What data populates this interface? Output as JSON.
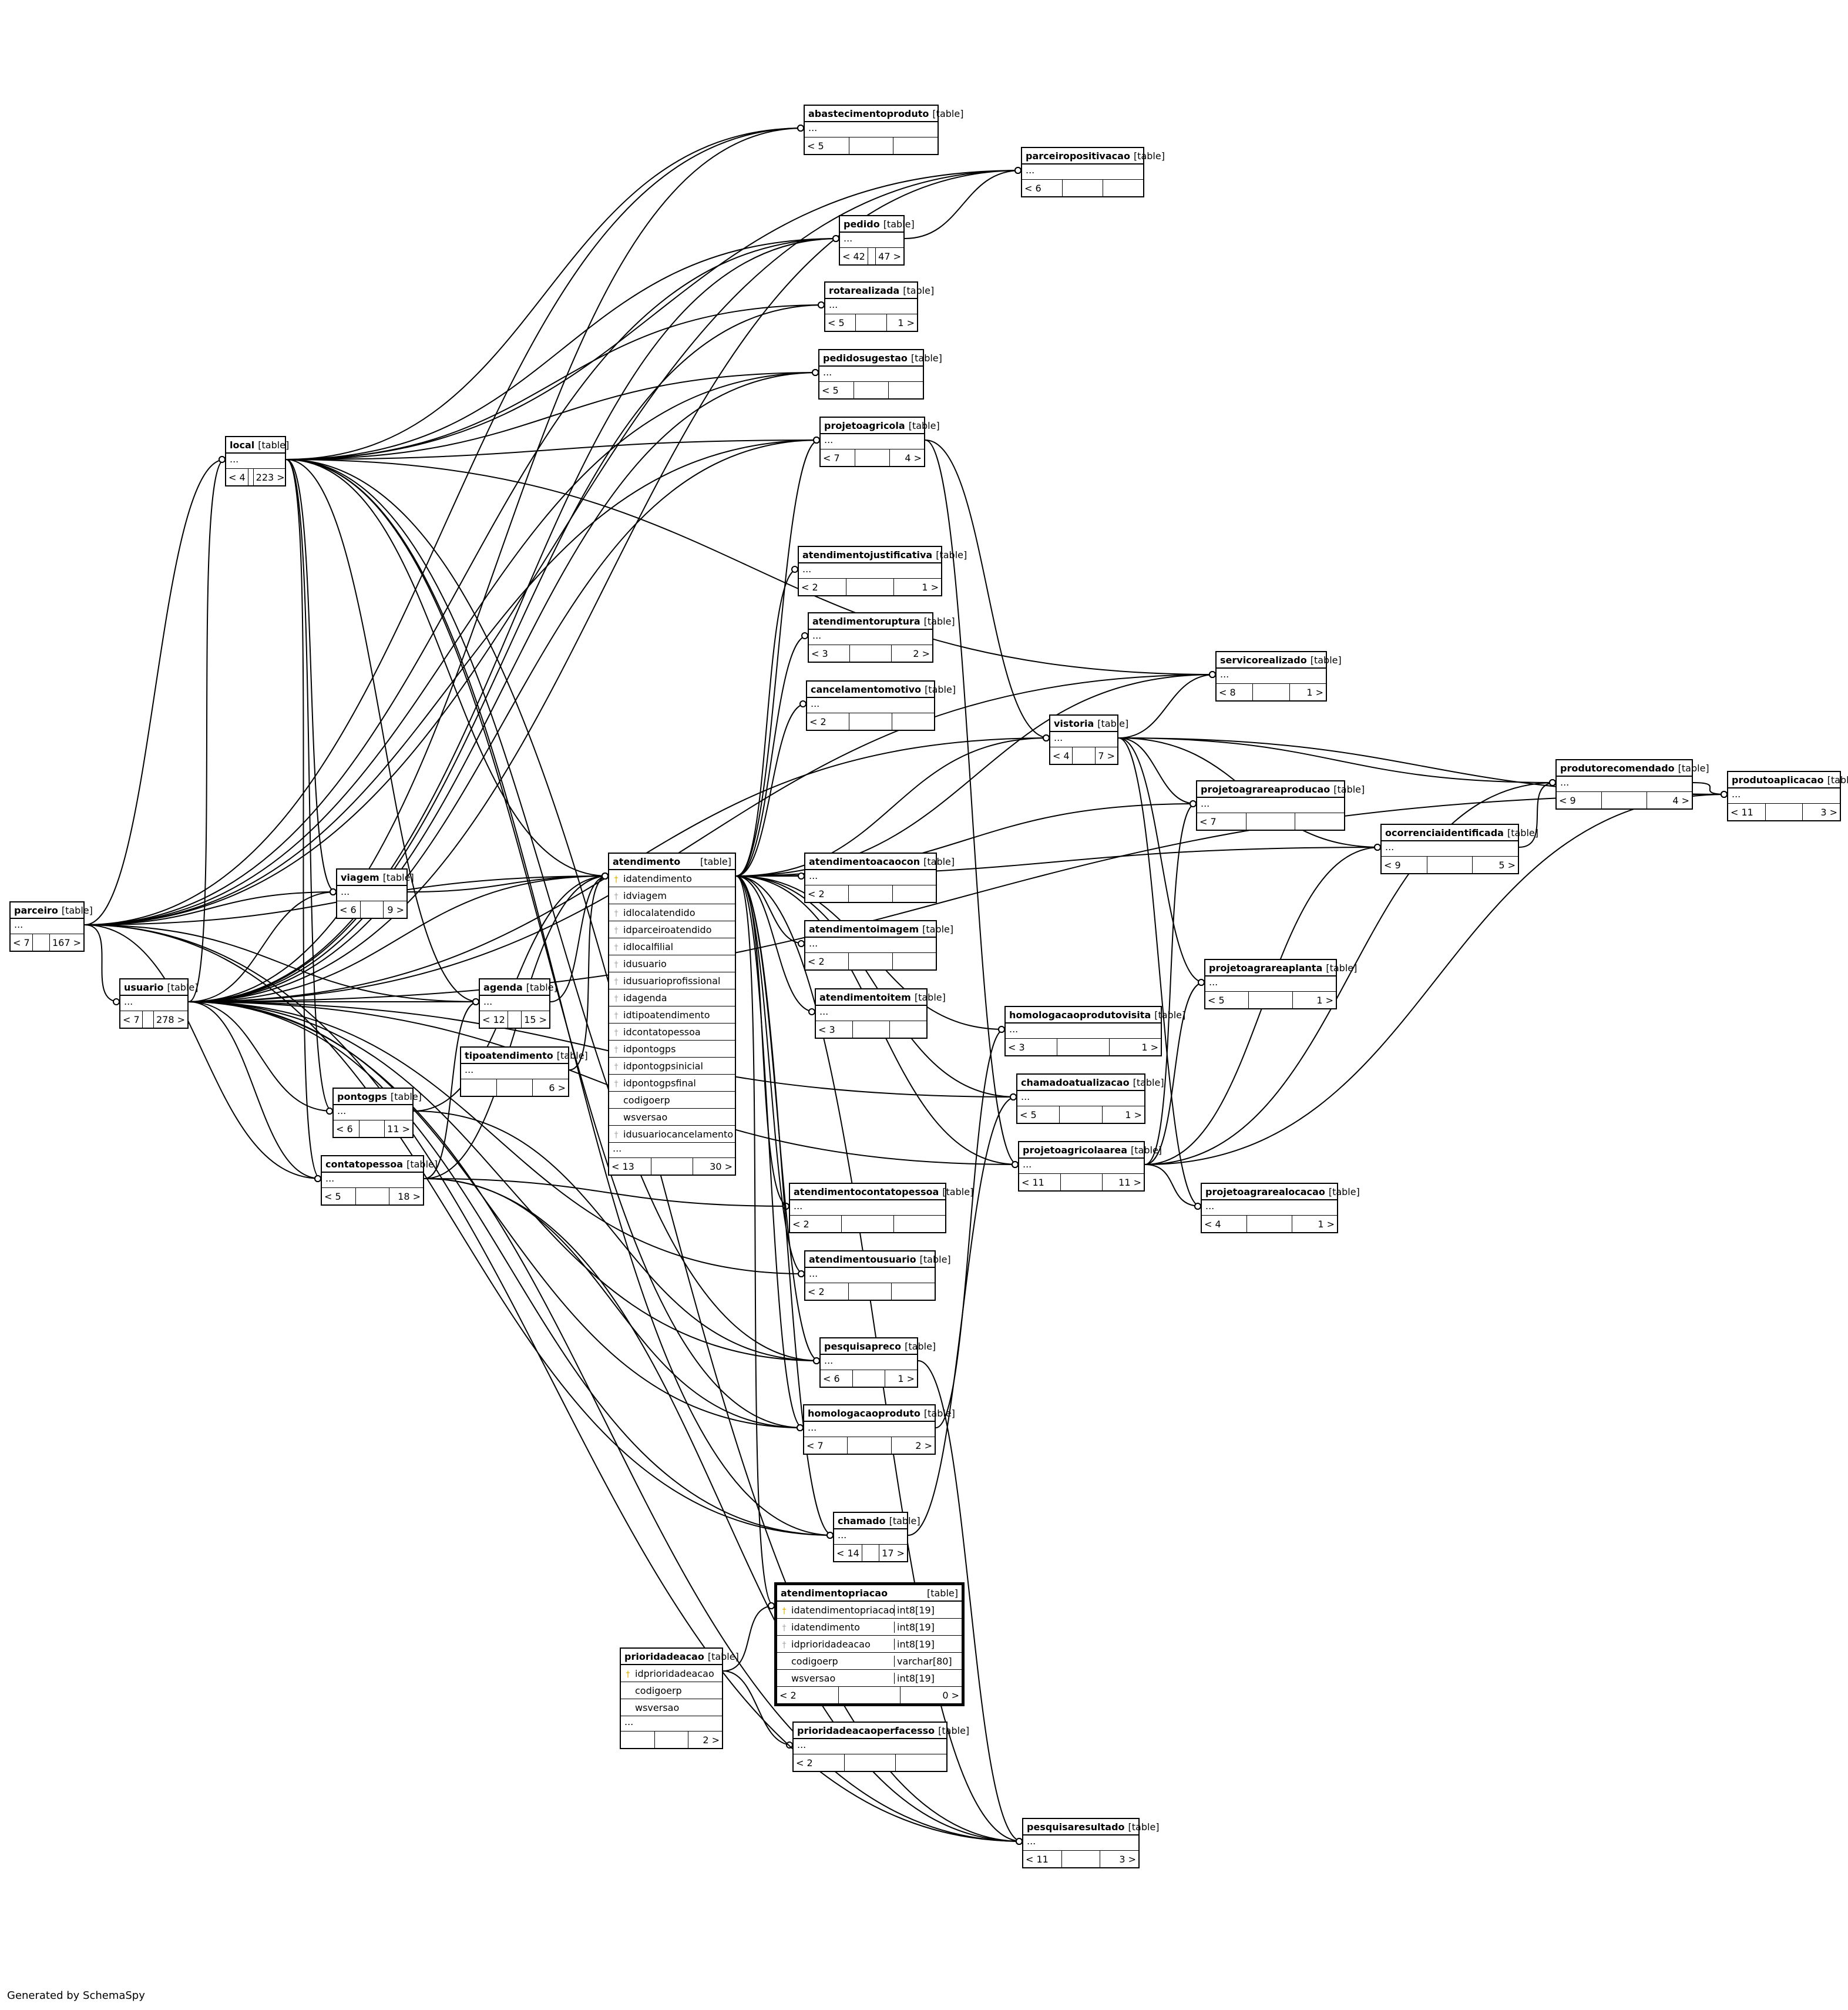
{
  "footer": "Generated by SchemaSpy",
  "tables": [
    {
      "id": "abastecimentoproduto",
      "name": "abastecimentoproduto",
      "type": "[table]",
      "ellipsis": "...",
      "parents": "< 5",
      "children": ""
    },
    {
      "id": "parceiropositivacao",
      "name": "parceiropositivacao",
      "type": "[table]",
      "ellipsis": "...",
      "parents": "< 6",
      "children": ""
    },
    {
      "id": "pedido",
      "name": "pedido",
      "type": "[table]",
      "ellipsis": "...",
      "parents": "< 42",
      "children": "47 >"
    },
    {
      "id": "rotarealizada",
      "name": "rotarealizada",
      "type": "[table]",
      "ellipsis": "...",
      "parents": "< 5",
      "children": "1 >"
    },
    {
      "id": "pedidosugestao",
      "name": "pedidosugestao",
      "type": "[table]",
      "ellipsis": "...",
      "parents": "< 5",
      "children": ""
    },
    {
      "id": "projetoagricola",
      "name": "projetoagricola",
      "type": "[table]",
      "ellipsis": "...",
      "parents": "< 7",
      "children": "4 >"
    },
    {
      "id": "local",
      "name": "local",
      "type": "[table]",
      "ellipsis": "...",
      "parents": "< 4",
      "children": "223 >"
    },
    {
      "id": "atendimentojustificativa",
      "name": "atendimentojustificativa",
      "type": "[table]",
      "ellipsis": "...",
      "parents": "< 2",
      "children": "1 >"
    },
    {
      "id": "atendimentoruptura",
      "name": "atendimentoruptura",
      "type": "[table]",
      "ellipsis": "...",
      "parents": "< 3",
      "children": "2 >"
    },
    {
      "id": "cancelamentomotivo",
      "name": "cancelamentomotivo",
      "type": "[table]",
      "ellipsis": "...",
      "parents": "< 2",
      "children": ""
    },
    {
      "id": "servicorealizado",
      "name": "servicorealizado",
      "type": "[table]",
      "ellipsis": "...",
      "parents": "< 8",
      "children": "1 >"
    },
    {
      "id": "vistoria",
      "name": "vistoria",
      "type": "[table]",
      "ellipsis": "...",
      "parents": "< 4",
      "children": "7 >"
    },
    {
      "id": "produtorecomendado",
      "name": "produtorecomendado",
      "type": "[table]",
      "ellipsis": "...",
      "parents": "< 9",
      "children": "4 >"
    },
    {
      "id": "produtoaplicacao",
      "name": "produtoaplicacao",
      "type": "[table]",
      "ellipsis": "...",
      "parents": "< 11",
      "children": "3 >"
    },
    {
      "id": "projetoagrareaproducao",
      "name": "projetoagrareaproducao",
      "type": "[table]",
      "ellipsis": "...",
      "parents": "< 7",
      "children": ""
    },
    {
      "id": "ocorrenciaidentificada",
      "name": "ocorrenciaidentificada",
      "type": "[table]",
      "ellipsis": "...",
      "parents": "< 9",
      "children": "5 >"
    },
    {
      "id": "viagem",
      "name": "viagem",
      "type": "[table]",
      "ellipsis": "...",
      "parents": "< 6",
      "children": "9 >"
    },
    {
      "id": "parceiro",
      "name": "parceiro",
      "type": "[table]",
      "ellipsis": "...",
      "parents": "< 7",
      "children": "167 >"
    },
    {
      "id": "atendimentoacaocon",
      "name": "atendimentoacaocon",
      "type": "[table]",
      "ellipsis": "...",
      "parents": "< 2",
      "children": ""
    },
    {
      "id": "atendimentoimagem",
      "name": "atendimentoimagem",
      "type": "[table]",
      "ellipsis": "...",
      "parents": "< 2",
      "children": ""
    },
    {
      "id": "atendimentoitem",
      "name": "atendimentoitem",
      "type": "[table]",
      "ellipsis": "...",
      "parents": "< 3",
      "children": ""
    },
    {
      "id": "usuario",
      "name": "usuario",
      "type": "[table]",
      "ellipsis": "...",
      "parents": "< 7",
      "children": "278 >"
    },
    {
      "id": "agenda",
      "name": "agenda",
      "type": "[table]",
      "ellipsis": "...",
      "parents": "< 12",
      "children": "15 >"
    },
    {
      "id": "projetoagrareaplanta",
      "name": "projetoagrareaplanta",
      "type": "[table]",
      "ellipsis": "...",
      "parents": "< 5",
      "children": "1 >"
    },
    {
      "id": "homologacaoprodutovisita",
      "name": "homologacaoprodutovisita",
      "type": "[table]",
      "ellipsis": "...",
      "parents": "< 3",
      "children": "1 >"
    },
    {
      "id": "tipoatendimento",
      "name": "tipoatendimento",
      "type": "[table]",
      "ellipsis": "...",
      "parents": "",
      "children": "6 >"
    },
    {
      "id": "chamadoatualizacao",
      "name": "chamadoatualizacao",
      "type": "[table]",
      "ellipsis": "...",
      "parents": "< 5",
      "children": "1 >"
    },
    {
      "id": "pontogps",
      "name": "pontogps",
      "type": "[table]",
      "ellipsis": "...",
      "parents": "< 6",
      "children": "11 >"
    },
    {
      "id": "projetoagricolaarea",
      "name": "projetoagricolaarea",
      "type": "[table]",
      "ellipsis": "...",
      "parents": "< 11",
      "children": "11 >"
    },
    {
      "id": "contatopessoa",
      "name": "contatopessoa",
      "type": "[table]",
      "ellipsis": "...",
      "parents": "< 5",
      "children": "18 >"
    },
    {
      "id": "atendimentocontatopessoa",
      "name": "atendimentocontatopessoa",
      "type": "[table]",
      "ellipsis": "...",
      "parents": "< 2",
      "children": ""
    },
    {
      "id": "projetoagrarealocacao",
      "name": "projetoagrarealocacao",
      "type": "[table]",
      "ellipsis": "...",
      "parents": "< 4",
      "children": "1 >"
    },
    {
      "id": "atendimentousuario",
      "name": "atendimentousuario",
      "type": "[table]",
      "ellipsis": "...",
      "parents": "< 2",
      "children": ""
    },
    {
      "id": "pesquisapreco",
      "name": "pesquisapreco",
      "type": "[table]",
      "ellipsis": "...",
      "parents": "< 6",
      "children": "1 >"
    },
    {
      "id": "homologacaoproduto",
      "name": "homologacaoproduto",
      "type": "[table]",
      "ellipsis": "...",
      "parents": "< 7",
      "children": "2 >"
    },
    {
      "id": "chamado",
      "name": "chamado",
      "type": "[table]",
      "ellipsis": "...",
      "parents": "< 14",
      "children": "17 >"
    },
    {
      "id": "prioridadeacaoperfacesso",
      "name": "prioridadeacaoperfacesso",
      "type": "[table]",
      "ellipsis": "...",
      "parents": "< 2",
      "children": ""
    },
    {
      "id": "pesquisaresultado",
      "name": "pesquisaresultado",
      "type": "[table]",
      "ellipsis": "...",
      "parents": "< 11",
      "children": "3 >"
    },
    {
      "id": "atendimento",
      "name": "atendimento",
      "type": "[table]",
      "ellipsis": "...",
      "parents": "< 13",
      "children": "30 >",
      "columns": [
        {
          "name": "idatendimento",
          "key": "pk"
        },
        {
          "name": "idviagem",
          "key": "fk"
        },
        {
          "name": "idlocalatendido",
          "key": "fk"
        },
        {
          "name": "idparceiroatendido",
          "key": "fk"
        },
        {
          "name": "idlocalfilial",
          "key": "fk"
        },
        {
          "name": "idusuario",
          "key": "fk"
        },
        {
          "name": "idusuarioprofissional",
          "key": "fk"
        },
        {
          "name": "idagenda",
          "key": "fk"
        },
        {
          "name": "idtipoatendimento",
          "key": "fk"
        },
        {
          "name": "idcontatopessoa",
          "key": "fk"
        },
        {
          "name": "idpontogps",
          "key": "fk"
        },
        {
          "name": "idpontogpsinicial",
          "key": "fk"
        },
        {
          "name": "idpontogpsfinal",
          "key": "fk"
        },
        {
          "name": "codigoerp",
          "key": ""
        },
        {
          "name": "wsversao",
          "key": ""
        },
        {
          "name": "idusuariocancelamento",
          "key": "fk"
        }
      ]
    },
    {
      "id": "prioridadeacao",
      "name": "prioridadeacao",
      "type": "[table]",
      "ellipsis": "...",
      "parents": "",
      "children": "2 >",
      "columns": [
        {
          "name": "idprioridadeacao",
          "key": "pk"
        },
        {
          "name": "codigoerp",
          "key": ""
        },
        {
          "name": "wsversao",
          "key": ""
        }
      ]
    },
    {
      "id": "atendimentopriacao",
      "name": "atendimentopriacao",
      "type": "[table]",
      "parents": "< 2",
      "children": "0 >",
      "selected": true,
      "columns": [
        {
          "name": "idatendimentopriacao",
          "key": "pk",
          "ctype": "int8[19]"
        },
        {
          "name": "idatendimento",
          "key": "fk",
          "ctype": "int8[19]"
        },
        {
          "name": "idprioridadeacao",
          "key": "fk",
          "ctype": "int8[19]"
        },
        {
          "name": "codigoerp",
          "key": "",
          "ctype": "varchar[80]"
        },
        {
          "name": "wsversao",
          "key": "",
          "ctype": "int8[19]"
        }
      ]
    }
  ],
  "relationships": [
    [
      "local",
      "abastecimentoproduto"
    ],
    [
      "usuario",
      "abastecimentoproduto"
    ],
    [
      "parceiro",
      "abastecimentoproduto"
    ],
    [
      "local",
      "parceiropositivacao"
    ],
    [
      "usuario",
      "parceiropositivacao"
    ],
    [
      "parceiro",
      "parceiropositivacao"
    ],
    [
      "pedido",
      "parceiropositivacao"
    ],
    [
      "local",
      "pedido"
    ],
    [
      "usuario",
      "pedido"
    ],
    [
      "parceiro",
      "pedido"
    ],
    [
      "local",
      "rotarealizada"
    ],
    [
      "usuario",
      "rotarealizada"
    ],
    [
      "local",
      "pedidosugestao"
    ],
    [
      "usuario",
      "pedidosugestao"
    ],
    [
      "parceiro",
      "pedidosugestao"
    ],
    [
      "local",
      "projetoagricola"
    ],
    [
      "usuario",
      "projetoagricola"
    ],
    [
      "parceiro",
      "projetoagricola"
    ],
    [
      "atendimento",
      "projetoagricola"
    ],
    [
      "parceiro",
      "local"
    ],
    [
      "usuario",
      "local"
    ],
    [
      "atendimento",
      "atendimentojustificativa"
    ],
    [
      "atendimento",
      "atendimentoruptura"
    ],
    [
      "atendimento",
      "cancelamentomotivo"
    ],
    [
      "vistoria",
      "servicorealizado"
    ],
    [
      "usuario",
      "servicorealizado"
    ],
    [
      "local",
      "servicorealizado"
    ],
    [
      "atendimento",
      "servicorealizado"
    ],
    [
      "projetoagricola",
      "vistoria"
    ],
    [
      "atendimento",
      "vistoria"
    ],
    [
      "usuario",
      "vistoria"
    ],
    [
      "vistoria",
      "produtorecomendado"
    ],
    [
      "ocorrenciaidentificada",
      "produtorecomendado"
    ],
    [
      "projetoagricolaarea",
      "produtorecomendado"
    ],
    [
      "produtorecomendado",
      "produtoaplicacao"
    ],
    [
      "vistoria",
      "produtoaplicacao"
    ],
    [
      "projetoagricolaarea",
      "produtoaplicacao"
    ],
    [
      "usuario",
      "produtoaplicacao"
    ],
    [
      "projetoagricolaarea",
      "projetoagrareaproducao"
    ],
    [
      "vistoria",
      "projetoagrareaproducao"
    ],
    [
      "atendimento",
      "projetoagrareaproducao"
    ],
    [
      "vistoria",
      "ocorrenciaidentificada"
    ],
    [
      "projetoagricolaarea",
      "ocorrenciaidentificada"
    ],
    [
      "atendimento",
      "ocorrenciaidentificada"
    ],
    [
      "local",
      "viagem"
    ],
    [
      "usuario",
      "viagem"
    ],
    [
      "parceiro",
      "viagem"
    ],
    [
      "atendimento",
      "atendimentoacaocon"
    ],
    [
      "atendimento",
      "atendimentoimagem"
    ],
    [
      "atendimento",
      "atendimentoitem"
    ],
    [
      "parceiro",
      "usuario"
    ],
    [
      "local",
      "agenda"
    ],
    [
      "usuario",
      "agenda"
    ],
    [
      "parceiro",
      "agenda"
    ],
    [
      "contatopessoa",
      "agenda"
    ],
    [
      "projetoagricolaarea",
      "projetoagrareaplanta"
    ],
    [
      "vistoria",
      "projetoagrareaplanta"
    ],
    [
      "atendimento",
      "homologacaoprodutovisita"
    ],
    [
      "homologacaoproduto",
      "homologacaoprodutovisita"
    ],
    [
      "chamado",
      "chamadoatualizacao"
    ],
    [
      "usuario",
      "chamadoatualizacao"
    ],
    [
      "atendimento",
      "chamadoatualizacao"
    ],
    [
      "usuario",
      "pontogps"
    ],
    [
      "local",
      "pontogps"
    ],
    [
      "projetoagricola",
      "projetoagricolaarea"
    ],
    [
      "atendimento",
      "projetoagricolaarea"
    ],
    [
      "usuario",
      "projetoagricolaarea"
    ],
    [
      "usuario",
      "contatopessoa"
    ],
    [
      "local",
      "contatopessoa"
    ],
    [
      "parceiro",
      "contatopessoa"
    ],
    [
      "atendimento",
      "atendimentocontatopessoa"
    ],
    [
      "contatopessoa",
      "atendimentocontatopessoa"
    ],
    [
      "projetoagricolaarea",
      "projetoagrarealocacao"
    ],
    [
      "vistoria",
      "projetoagrarealocacao"
    ],
    [
      "atendimento",
      "atendimentousuario"
    ],
    [
      "usuario",
      "atendimentousuario"
    ],
    [
      "local",
      "pesquisapreco"
    ],
    [
      "usuario",
      "pesquisapreco"
    ],
    [
      "atendimento",
      "pesquisapreco"
    ],
    [
      "pontogps",
      "pesquisapreco"
    ],
    [
      "usuario",
      "homologacaoproduto"
    ],
    [
      "local",
      "homologacaoproduto"
    ],
    [
      "atendimento",
      "homologacaoproduto"
    ],
    [
      "contatopessoa",
      "homologacaoproduto"
    ],
    [
      "usuario",
      "chamado"
    ],
    [
      "local",
      "chamado"
    ],
    [
      "parceiro",
      "chamado"
    ],
    [
      "atendimento",
      "chamado"
    ],
    [
      "prioridadeacao",
      "prioridadeacaoperfacesso"
    ],
    [
      "usuario",
      "pesquisaresultado"
    ],
    [
      "local",
      "pesquisaresultado"
    ],
    [
      "parceiro",
      "pesquisaresultado"
    ],
    [
      "pesquisapreco",
      "pesquisaresultado"
    ],
    [
      "atendimento",
      "pesquisaresultado"
    ],
    [
      "contatopessoa",
      "pesquisaresultado"
    ],
    [
      "atendimento",
      "atendimentopriacao"
    ],
    [
      "prioridadeacao",
      "atendimentopriacao"
    ],
    [
      "viagem",
      "atendimento"
    ],
    [
      "local",
      "atendimento"
    ],
    [
      "parceiro",
      "atendimento"
    ],
    [
      "usuario",
      "atendimento"
    ],
    [
      "agenda",
      "atendimento"
    ],
    [
      "tipoatendimento",
      "atendimento"
    ],
    [
      "contatopessoa",
      "atendimento"
    ],
    [
      "pontogps",
      "atendimento"
    ]
  ]
}
